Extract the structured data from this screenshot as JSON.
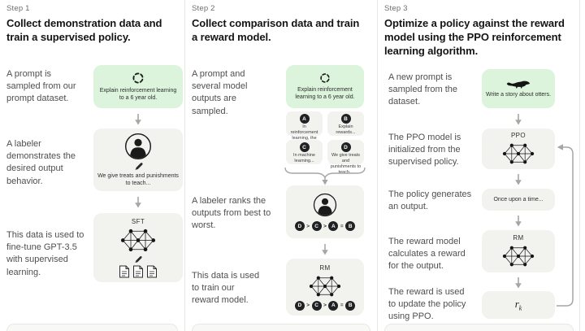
{
  "colors": {
    "background": "#ffffff",
    "green_box": "#dcf3dc",
    "gray_box": "#f2f2ef",
    "dark_circle": "#202123",
    "heading_text": "#141414",
    "caption_text": "#4f4f4f",
    "arrow": "#a6a6a3",
    "divider": "#e7e7e4"
  },
  "icons": {
    "refresh": "refresh-icon (dashed circular loop)",
    "labeler": "labeler-icon (person in circle)",
    "pencil": "pencil-icon",
    "network": "neural-network-icon",
    "documents": "documents-icon (three pages)",
    "otter": "otter-icon (animal silhouette)",
    "arrow_down": "arrow-down-icon",
    "brace": "curly-brace-icon",
    "loop": "feedback-loop-arrow-icon"
  },
  "step1": {
    "label": "Step 1",
    "heading": "Collect demonstration data and train a supervised policy.",
    "captions": {
      "prompt": "A prompt is sampled from our prompt dataset.",
      "labeler": "A labeler demonstrates the desired output behavior.",
      "finetune": "This data is used to fine-tune GPT-3.5 with supervised learning."
    },
    "prompt_box": {
      "text": "Explain reinforcement learning to a 6 year old."
    },
    "labeler_box": {
      "text": "We give treats and punishments to teach..."
    },
    "sft_box": {
      "label": "SFT"
    }
  },
  "step2": {
    "label": "Step 2",
    "heading": "Collect comparison data and train a reward model.",
    "captions": {
      "prompt": "A prompt and several model outputs are sampled.",
      "rank": "A labeler ranks the outputs from best to worst.",
      "train": "This data is used to train our reward model."
    },
    "prompt_box": {
      "text": "Explain reinforcement learning to a 6 year old."
    },
    "outputs": [
      {
        "id": "A",
        "text": "In reinforcement learning, the agent is..."
      },
      {
        "id": "B",
        "text": "Explain rewards..."
      },
      {
        "id": "C",
        "text": "In machine learning..."
      },
      {
        "id": "D",
        "text": "We give treats and punishments to teach..."
      }
    ],
    "ranking": [
      "D",
      ">",
      "C",
      ">",
      "A",
      "=",
      "B"
    ],
    "rm_box": {
      "label": "RM"
    }
  },
  "step3": {
    "label": "Step 3",
    "heading": "Optimize a policy against the reward model using the PPO reinforcement learning algorithm.",
    "captions": {
      "prompt": "A new prompt is sampled from the dataset.",
      "ppo": "The PPO model is initialized from the supervised policy.",
      "output": "The policy generates an output.",
      "reward": "The reward model calculates a reward for the output.",
      "update": "The reward is used to update the policy using PPO."
    },
    "prompt_box": {
      "text": "Write a story about otters."
    },
    "ppo_box": {
      "label": "PPO"
    },
    "output_box": {
      "text": "Once upon a time..."
    },
    "rm_box": {
      "label": "RM"
    },
    "reward_box": {
      "base": "r",
      "sub": "k"
    }
  }
}
